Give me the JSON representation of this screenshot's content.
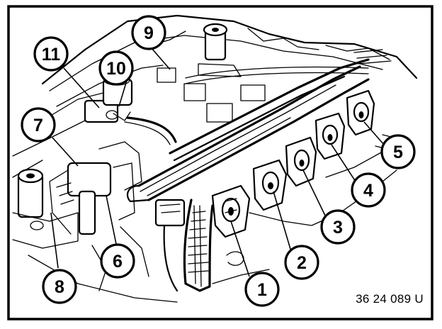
{
  "figure": {
    "reference_code": "36 24 089 U",
    "callouts": [
      {
        "id": "callout-1",
        "label": "1"
      },
      {
        "id": "callout-2",
        "label": "2"
      },
      {
        "id": "callout-3",
        "label": "3"
      },
      {
        "id": "callout-4",
        "label": "4"
      },
      {
        "id": "callout-5",
        "label": "5"
      },
      {
        "id": "callout-6",
        "label": "6"
      },
      {
        "id": "callout-7",
        "label": "7"
      },
      {
        "id": "callout-8",
        "label": "8"
      },
      {
        "id": "callout-9",
        "label": "9"
      },
      {
        "id": "callout-10",
        "label": "10"
      },
      {
        "id": "callout-11",
        "label": "11"
      }
    ]
  },
  "colors": {
    "ink": "#000000",
    "paper": "#ffffff"
  }
}
